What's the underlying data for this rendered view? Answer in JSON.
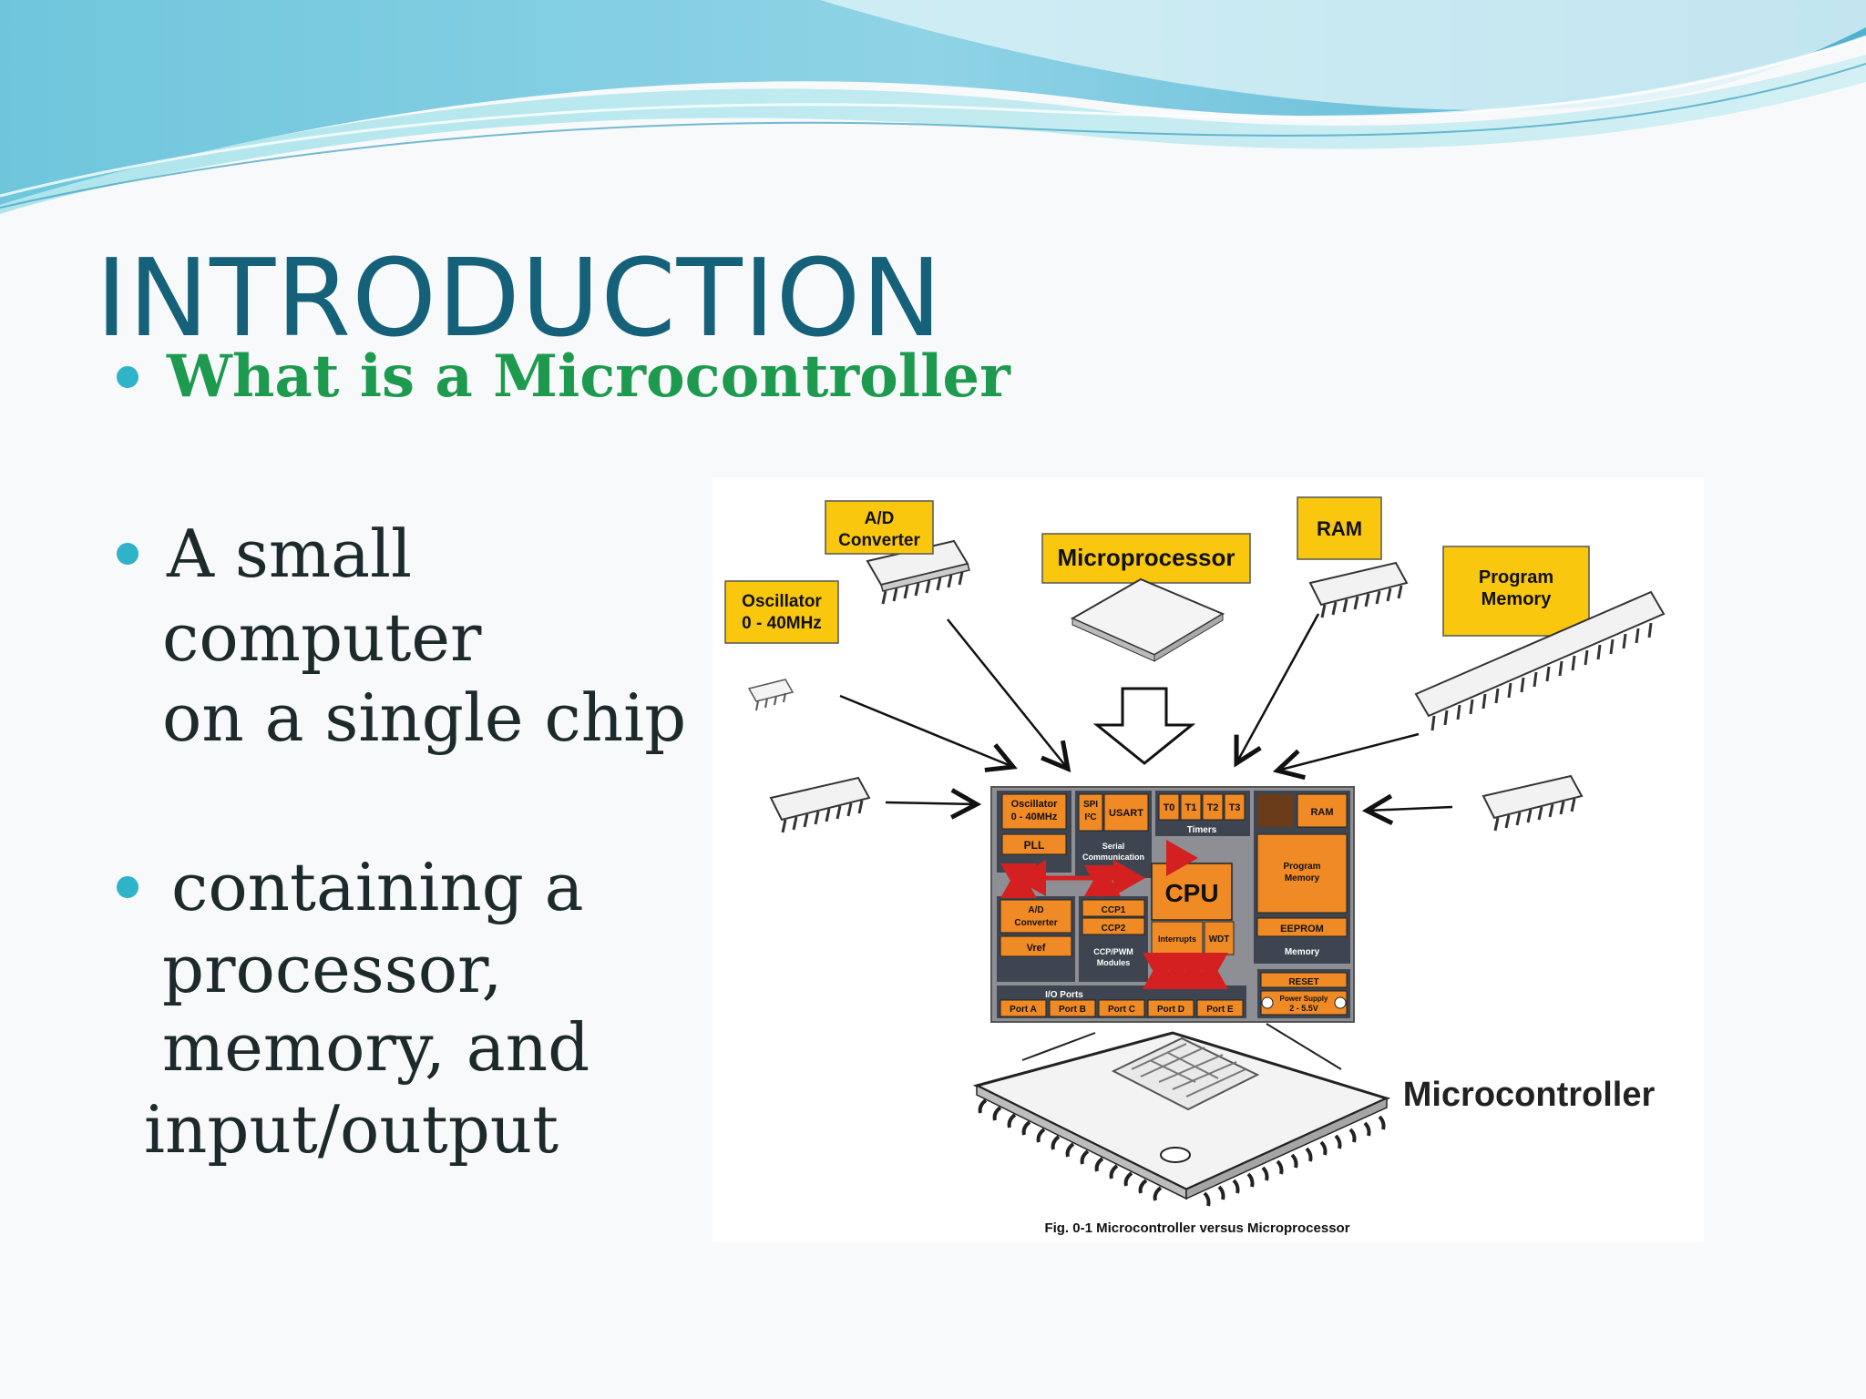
{
  "slide": {
    "title": "INTRODUCTION",
    "bullets": [
      {
        "lines": [
          "What is a Microcontroller"
        ],
        "style": "green"
      },
      {
        "lines": [
          "A small",
          "computer",
          "on a single chip"
        ],
        "style": "dark"
      },
      {
        "lines": [
          "containing a",
          "processor,",
          "memory, and",
          "input/output"
        ],
        "style": "dark"
      }
    ],
    "colors": {
      "title": "#15617a",
      "bullet": "#2eb3c8",
      "heading": "#1e9a4f",
      "label_fill": "#f9c80e",
      "block_fill": "#f08a24",
      "board": "#8d8f95"
    }
  },
  "figure": {
    "labels": {
      "ad": [
        "A/D",
        "Converter"
      ],
      "microprocessor": "Microprocessor",
      "ram": "RAM",
      "program_memory": [
        "Program",
        "Memory"
      ],
      "oscillator": [
        "Oscillator",
        "0 - 40MHz"
      ],
      "microcontroller": "Microcontroller",
      "caption": "Fig. 0-1 Microcontroller versus Microprocessor"
    },
    "board": {
      "osc": [
        "Oscillator",
        "0 - 40MHz"
      ],
      "pll": "PLL",
      "spi": [
        "SPI",
        "I²C"
      ],
      "usart": "USART",
      "serial": [
        "Serial",
        "Communication"
      ],
      "timers": [
        "T0",
        "T1",
        "T2",
        "T3"
      ],
      "timers_label": "Timers",
      "ram": "RAM",
      "program_memory": [
        "Program",
        "Memory"
      ],
      "cpu": "CPU",
      "ad": [
        "A/D",
        "Converter"
      ],
      "vref": "Vref",
      "ccp1": "CCP1",
      "ccp2": "CCP2",
      "ccp_label": [
        "CCP/PWM",
        "Modules"
      ],
      "interrupts": "Interrupts",
      "wdt": "WDT",
      "eeprom": "EEPROM",
      "memory": "Memory",
      "io_ports": "I/O Ports",
      "ports": [
        "Port A",
        "Port B",
        "Port C",
        "Port D",
        "Port E"
      ],
      "reset": "RESET",
      "power": [
        "Power Supply",
        "2 - 5.5V"
      ]
    }
  }
}
